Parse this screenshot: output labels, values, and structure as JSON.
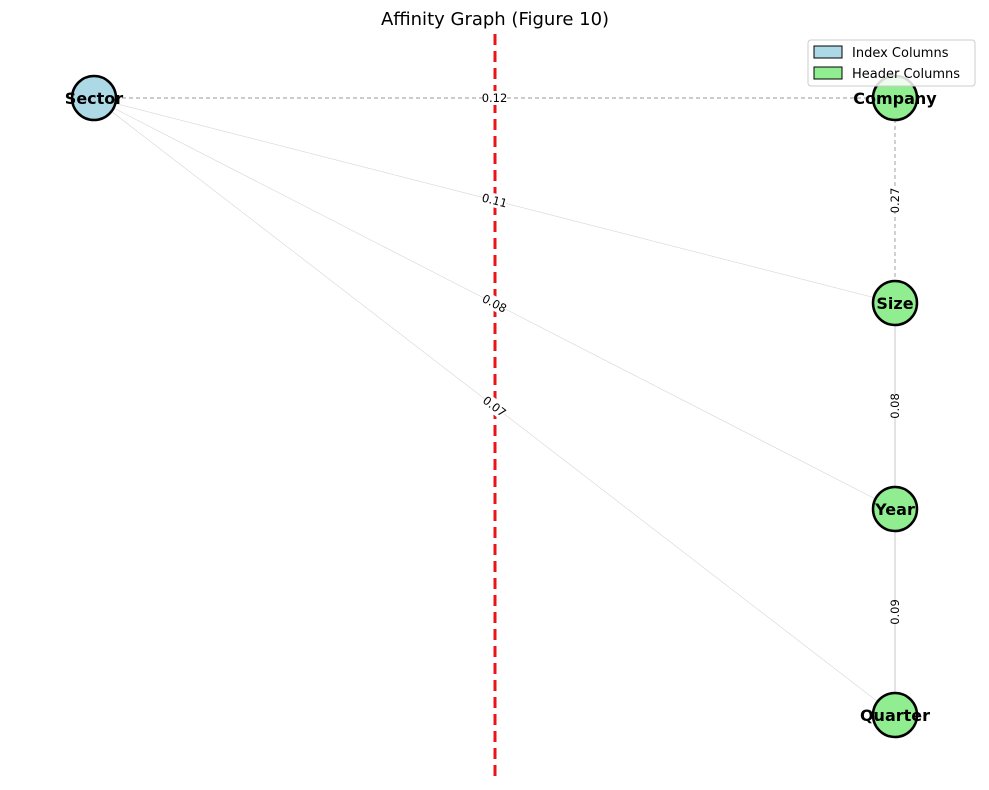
{
  "title": "Affinity Graph (Figure 10)",
  "colors": {
    "index": "#add8e6",
    "header": "#90ee90",
    "divider": "#e8141a",
    "edge_strong": "#999999",
    "edge_weak": "#cccccc",
    "node_border": "#000000"
  },
  "legend": [
    {
      "label": "Index Columns",
      "color": "#add8e6"
    },
    {
      "label": "Header Columns",
      "color": "#90ee90"
    }
  ],
  "nodes": [
    {
      "id": "Sector",
      "label": "Sector",
      "group": "index"
    },
    {
      "id": "Company",
      "label": "Company",
      "group": "header"
    },
    {
      "id": "Size",
      "label": "Size",
      "group": "header"
    },
    {
      "id": "Year",
      "label": "Year",
      "group": "header"
    },
    {
      "id": "Quarter",
      "label": "Quarter",
      "group": "header"
    }
  ],
  "edges": [
    {
      "source": "Sector",
      "target": "Company",
      "weight": "0.12",
      "style": "dashed"
    },
    {
      "source": "Sector",
      "target": "Size",
      "weight": "0.11",
      "style": "solid"
    },
    {
      "source": "Sector",
      "target": "Year",
      "weight": "0.08",
      "style": "solid"
    },
    {
      "source": "Sector",
      "target": "Quarter",
      "weight": "0.07",
      "style": "solid"
    },
    {
      "source": "Company",
      "target": "Size",
      "weight": "0.27",
      "style": "dashed"
    },
    {
      "source": "Size",
      "target": "Year",
      "weight": "0.08",
      "style": "solid"
    },
    {
      "source": "Year",
      "target": "Quarter",
      "weight": "0.09",
      "style": "solid"
    }
  ]
}
